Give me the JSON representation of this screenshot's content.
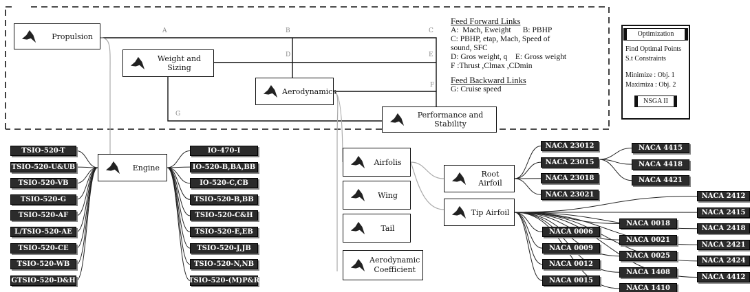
{
  "nodes": {
    "propulsion": "Propulsion",
    "weight_sizing": "Weight and Sizing",
    "aerodynamics": "Aerodynamics",
    "performance": "Performance and Stability",
    "engine": "Engine",
    "airfoils": "Airfolis",
    "wing": "Wing",
    "tail": "Tail",
    "aero_coeff_line1": "Aerodynamic",
    "aero_coeff_line2": "Coefficient",
    "root_airfoil": "Root Airfoil",
    "tip_airfoil": "Tip Airfoil"
  },
  "link_labels": {
    "a": "A",
    "b": "B",
    "c": "C",
    "d": "D",
    "e": "E",
    "f": "F",
    "g": "G"
  },
  "legend": {
    "ff_title": "Feed Forward Links",
    "ff_lines": [
      "A:  Mach, Eweight      B: PBHP",
      "C: PBHP, etap, Mach, Speed of",
      "sound,  SFC",
      "D: Gros weight, q    E: Gross weight",
      "F  :Thrust ,Clmax ,CDmin"
    ],
    "fb_title": "Feed Backward Links",
    "fb_lines": [
      "G: Cruise speed"
    ]
  },
  "optimization": {
    "title": "Optimization",
    "lines": [
      "Find Optimal Points",
      "S.t Constraints",
      "",
      "Minimize : Obj. 1",
      "Maximiza : Obj. 2"
    ],
    "algorithm": "NSGA II"
  },
  "engines_left": [
    "TSIO-520-T",
    "TSIO-520-U&UB",
    "TSIO-520-VB",
    "TSIO-520-G",
    "TSIO-520-AF",
    "L/TSIO-520-AE",
    "TSIO-520-CE",
    "TSIO-520-WB",
    "GTSIO-520-D&H"
  ],
  "engines_right": [
    "IO-470-I",
    "IO-520-B,BA,BB",
    "IO-520-C,CB",
    "TSIO-520-B,BB",
    "TSIO-520-C&H",
    "TSIO-520-E,EB",
    "TSIO-520-J,JB",
    "TSIO-520-N,NB",
    "TSIO-520-(M)P&R"
  ],
  "root_airfoils": [
    "NACA 23012",
    "NACA 23015",
    "NACA 23018",
    "NACA 23021"
  ],
  "extra_airfoils": [
    "NACA 4415",
    "NACA 4418",
    "NACA 4421"
  ],
  "tip_col1": [
    "NACA 0006",
    "NACA 0009",
    "NACA 0012",
    "NACA 0015"
  ],
  "tip_col2": [
    "NACA 0018",
    "NACA 0021",
    "NACA 0025",
    "NACA 1408",
    "NACA 1410"
  ],
  "tip_col3": [
    "NACA 2412",
    "NACA 2415",
    "NACA 2418",
    "NACA 2421",
    "NACA 2424",
    "NACA 4412"
  ]
}
